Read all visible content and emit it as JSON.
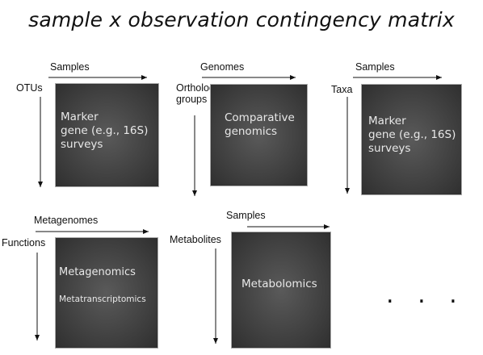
{
  "title": "sample x observation contingency matrix",
  "panels": [
    {
      "col_label": "Samples",
      "row_label": "OTUs",
      "box_lines": [
        "Marker",
        "gene (e.g., 16S)",
        "surveys"
      ]
    },
    {
      "col_label": "Genomes",
      "row_label": "Ortholog groups",
      "box_lines": [
        "Comparative",
        "genomics"
      ]
    },
    {
      "col_label": "Samples",
      "row_label": "Taxa",
      "box_lines": [
        "Marker",
        "gene (e.g., 16S)",
        "surveys"
      ]
    },
    {
      "col_label": "Metagenomes",
      "row_label": "Functions",
      "box_lines": [
        "Metagenomics",
        "Metatranscriptomics"
      ]
    },
    {
      "col_label": "Samples",
      "row_label": "Metabolites",
      "box_lines": [
        "Metabolomics"
      ]
    }
  ],
  "ellipsis": ". . ."
}
